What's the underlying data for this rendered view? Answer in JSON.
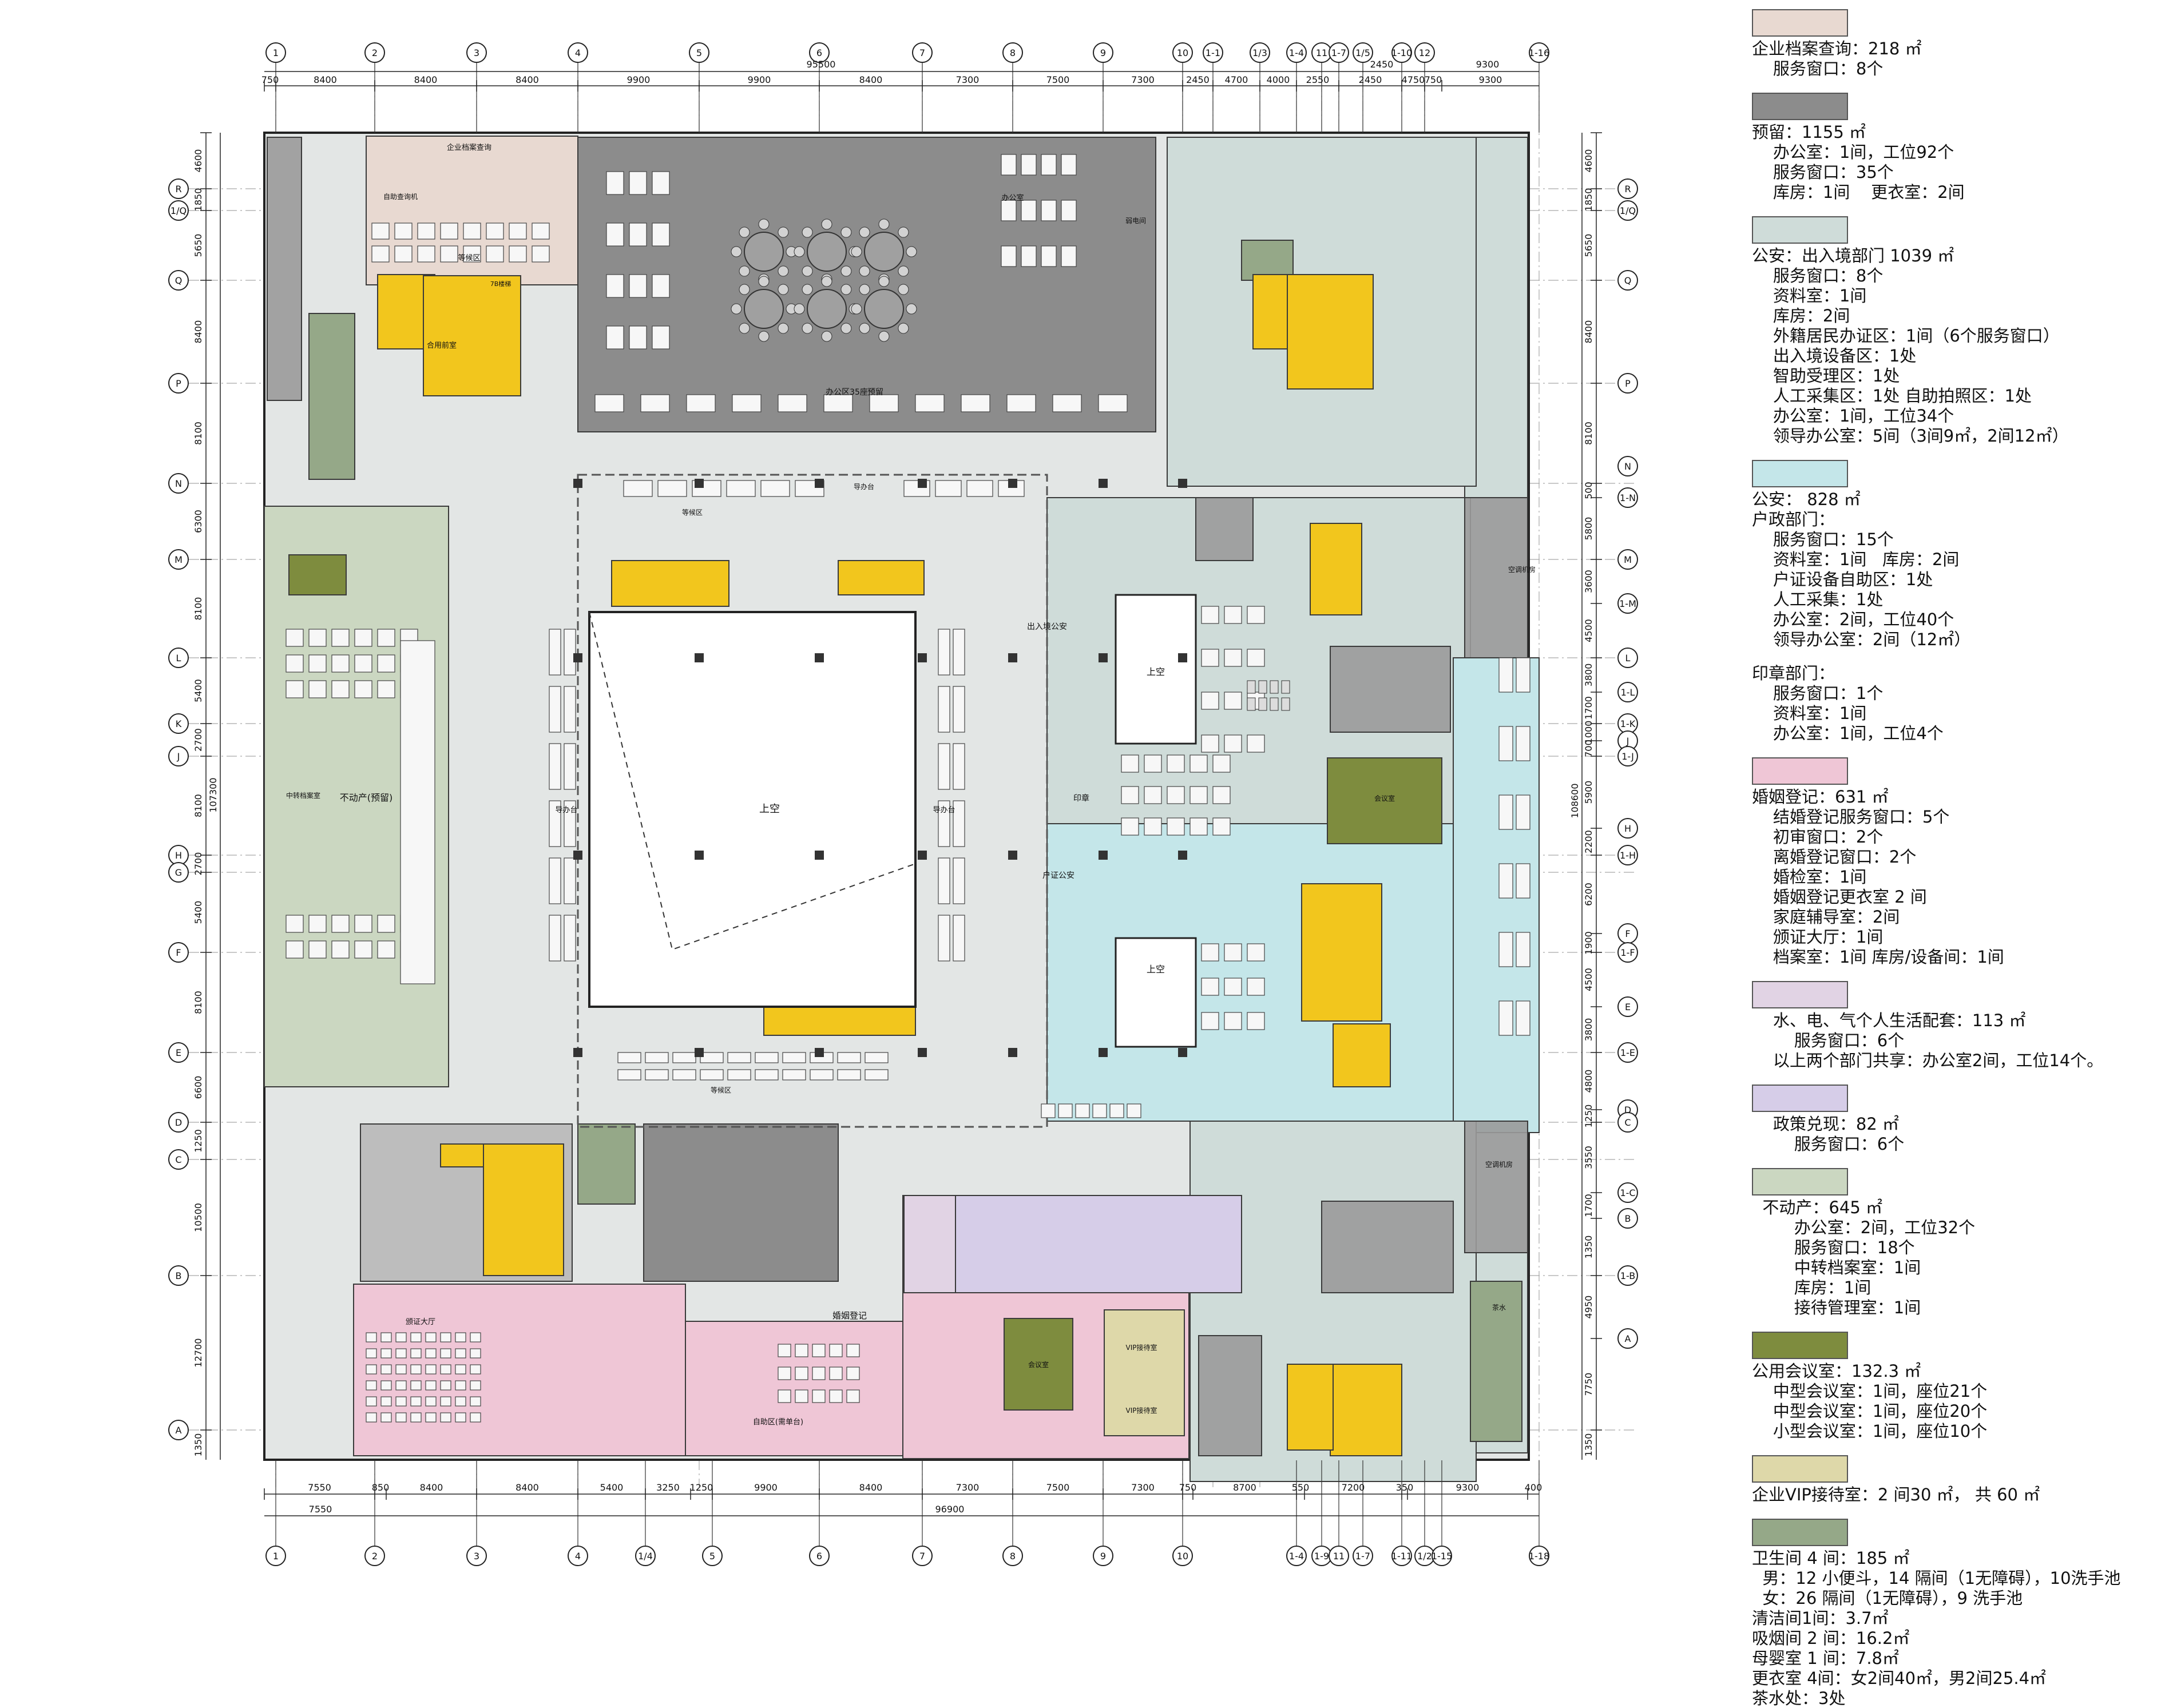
{
  "plan": {
    "top_axes": [
      "1",
      "2",
      "3",
      "4",
      "5",
      "6",
      "7",
      "8",
      "9",
      "10",
      "1-1",
      "1/3",
      "1-4",
      "11",
      "1-7",
      "1/5",
      "1-10",
      "12",
      "1-16"
    ],
    "bottom_axes": [
      "1",
      "2",
      "3",
      "4",
      "1/4",
      "5",
      "6",
      "7",
      "8",
      "9",
      "10",
      "1-4",
      "1-9",
      "11",
      "1-7",
      "1-11",
      "1/2",
      "1-15",
      "1-18"
    ],
    "left_axes": [
      "R",
      "1/Q",
      "Q",
      "P",
      "N",
      "M",
      "L",
      "K",
      "J",
      "H",
      "G",
      "F",
      "E",
      "D",
      "C",
      "B",
      "A"
    ],
    "right_axes": [
      "R",
      "1/Q",
      "Q",
      "P",
      "N",
      "1-N",
      "M",
      "1-M",
      "L",
      "1-L",
      "1-K",
      "J",
      "1-J",
      "H",
      "1-H",
      "F",
      "1-F",
      "E",
      "1-E",
      "D",
      "C",
      "1-C",
      "B",
      "1-B",
      "A"
    ],
    "top_dims": [
      "750",
      "8400",
      "8400",
      "8400",
      "9900",
      "9900",
      "8400",
      "7300",
      "7500",
      "7300",
      "2450",
      "4700",
      "4000",
      "2550",
      "2450",
      "4750",
      "750",
      "9300"
    ],
    "top_total": "95500",
    "top_right_dim": "9300",
    "top_mid_dim": "2450",
    "bottom_dims": [
      "7550",
      "850",
      "8400",
      "8400",
      "5400",
      "3250",
      "1250",
      "9900",
      "8400",
      "7300",
      "7500",
      "7300",
      "750",
      "8700",
      "550",
      "7200",
      "350",
      "9300",
      "400"
    ],
    "bottom_dims2": [
      "7550"
    ],
    "bottom_total": "96900",
    "left_dims": [
      "4600",
      "1850",
      "5650",
      "8400",
      "8100",
      "6300",
      "8100",
      "5400",
      "2700",
      "8100",
      "2700",
      "5400",
      "8100",
      "6600",
      "1250",
      "10500",
      "12700",
      "1350"
    ],
    "left_total": "107300",
    "right_dims": [
      "4600",
      "1850",
      "5650",
      "8400",
      "8100",
      "500",
      "5800",
      "3600",
      "4500",
      "3800",
      "1700",
      "1000",
      "700",
      "5900",
      "2200",
      "6200",
      "1900",
      "4500",
      "3800",
      "4800",
      "1250",
      "3550",
      "1700",
      "1350",
      "4950",
      "7750",
      "1350"
    ],
    "right_total": "108600",
    "rooms": {
      "archive_query": "企业档案查询",
      "self_query": "自助查询机",
      "wait": "等候区",
      "common_front": "合用前室",
      "elevator": "7B楼梯",
      "office35": "办公区35座",
      "reserve": "预留",
      "office": "办公室",
      "server": "弱电间",
      "atrium": "上空",
      "guide": "导办台",
      "entry_exit": "出入境公安",
      "seal": "印章",
      "huzheng": "户证公安",
      "real_estate": "不动产(预留)",
      "transfer_archive": "中转档案室",
      "marriage": "婚姻登记",
      "certificate_hall": "颁证大厅",
      "vip": "VIP接待室",
      "self_service": "自助区(需单台)",
      "meeting": "会议室",
      "ac_room": "空调机房",
      "tea": "茶水"
    },
    "colors": {
      "archive": "#e8d9d1",
      "reserved": "#8c8c8c",
      "entry": "#cfdcd9",
      "huzheng": "#c4e6e9",
      "marriage": "#efc6d6",
      "utility": "#e1d3e4",
      "policy": "#d6cde8",
      "realestate": "#cbd7c1",
      "meeting": "#7e8c3e",
      "vip": "#ded8a9",
      "wc": "#95a888",
      "stair": "#f2c61d",
      "hall": "#e3e6e5"
    }
  },
  "legend": [
    {
      "color": "#e8d9d1",
      "lines": [
        "企业档案查询：218 ㎡",
        "    服务窗口：8个"
      ]
    },
    {
      "color": "#8c8c8c",
      "lines": [
        "预留：1155 ㎡",
        "    办公室：1间，工位92个",
        "    服务窗口：35个",
        "    库房：1间    更衣室：2间"
      ]
    },
    {
      "color": "#cfdcd9",
      "lines": [
        "公安：出入境部门 1039 ㎡",
        "    服务窗口：8个",
        "    资料室：1间",
        "    库房：2间",
        "    外籍居民办证区：1间（6个服务窗口）",
        "    出入境设备区：1处",
        "    智助受理区：1处",
        "    人工采集区：1处 自助拍照区：1处",
        "    办公室：1间，工位34个",
        "    领导办公室：5间（3间9㎡，2间12㎡）"
      ]
    },
    {
      "color": "#c4e6e9",
      "lines": [
        "公安： 828 ㎡",
        "户政部门：",
        "    服务窗口：15个",
        "    资料室：1间   库房：2间",
        "    户证设备自助区：1处",
        "    人工采集：1处",
        "    办公室：2间，工位40个",
        "    领导办公室：2间（12㎡）"
      ]
    },
    {
      "color": null,
      "lines": [
        "印章部门：",
        "    服务窗口：1个",
        "    资料室：1间",
        "    办公室：1间，工位4个"
      ]
    },
    {
      "color": "#efc6d6",
      "lines": [
        "婚姻登记：631 ㎡",
        "    结婚登记服务窗口：5个",
        "    初审窗口：2个",
        "    离婚登记窗口：2个",
        "    婚检室：1间",
        "    婚姻登记更衣室 2 间",
        "    家庭辅导室：2间",
        "    颁证大厅：1间",
        "    档案室：1间 库房/设备间：1间"
      ]
    },
    {
      "color": "#e1d3e4",
      "lines": [
        "    水、电、气个人生活配套：113 ㎡",
        "        服务窗口：6个",
        "    以上两个部门共享：办公室2间，工位14个。"
      ]
    },
    {
      "color": "#d6cde8",
      "lines": [
        "    政策兑现：82 ㎡",
        "        服务窗口：6个"
      ]
    },
    {
      "color": "#cbd7c1",
      "lines": [
        "  不动产：645 ㎡",
        "        办公室：2间，工位32个",
        "        服务窗口：18个",
        "        中转档案室：1间",
        "        库房：1间",
        "        接待管理室：1间"
      ]
    },
    {
      "color": "#7e8c3e",
      "lines": [
        "公用会议室：132.3 ㎡",
        "    中型会议室：1间，座位21个",
        "    中型会议室：1间，座位20个",
        "    小型会议室：1间，座位10个"
      ]
    },
    {
      "color": "#ded8a9",
      "lines": [
        "企业VIP接待室：2 间30 ㎡， 共 60 ㎡"
      ]
    },
    {
      "color": "#95a888",
      "lines": [
        "卫生间 4 间：185 ㎡",
        "  男：12 小便斗，14 隔间（1无障碍），10洗手池",
        "  女：26 隔间（1无障碍），9 洗手池",
        "清洁间1间：3.7㎡",
        "吸烟间 2 间：16.2㎡",
        "母婴室 1 间：7.8㎡",
        "更衣室 4间：女2间40㎡，男2间25.4㎡",
        "茶水处：3处"
      ]
    }
  ]
}
